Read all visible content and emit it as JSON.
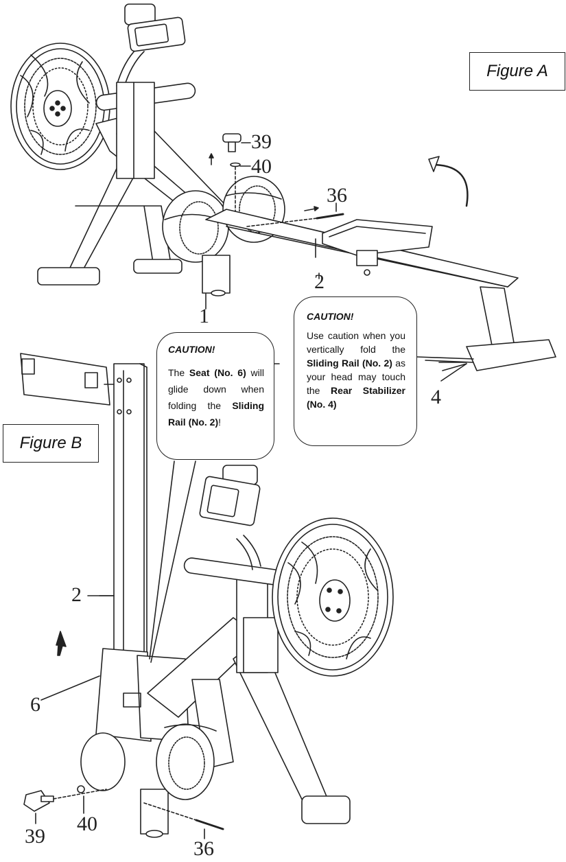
{
  "figures": {
    "a": "Figure A",
    "b": "Figure B"
  },
  "caution_seat": {
    "title": "CAUTION!",
    "t1": "The ",
    "b1": "Seat (No. 6)",
    "t2": " will glide down when folding the ",
    "b2": "Sliding Rail (No. 2)",
    "t3": "!"
  },
  "caution_head": {
    "title": "CAUTION!",
    "t1": "Use caution when you vertically fold the ",
    "b1": "Sliding Rail (No. 2)",
    "t2": " as your head may touch the ",
    "b2": "Rear Stabilizer (No. 4)"
  },
  "part_labels_a": {
    "knob": "39",
    "washer": "40",
    "pin": "36",
    "rail": "2",
    "frame": "1",
    "rear_stabilizer": "4"
  },
  "part_labels_b": {
    "rail": "2",
    "seat": "6",
    "knob": "39",
    "washer": "40",
    "pin": "36"
  }
}
